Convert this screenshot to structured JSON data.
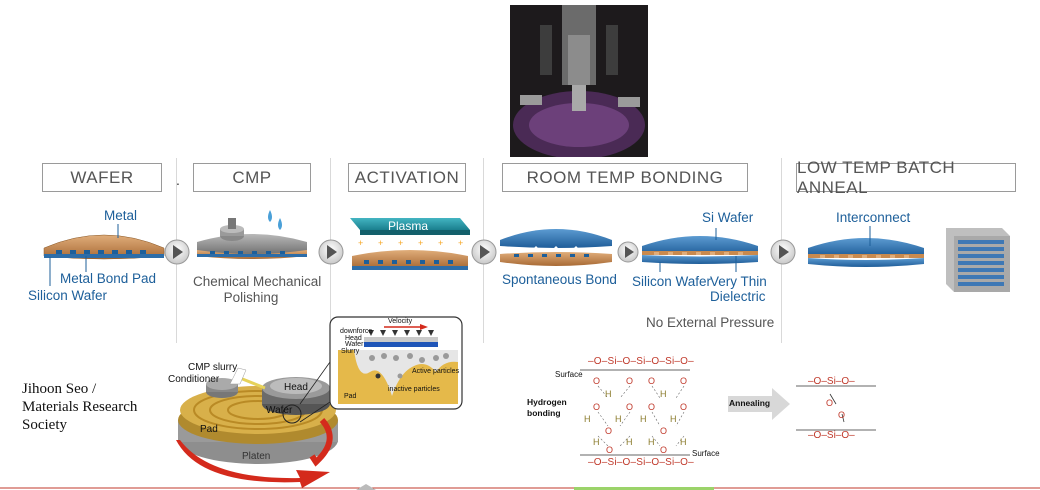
{
  "stages": [
    {
      "label": "WAFER"
    },
    {
      "label": "CMP"
    },
    {
      "label": "ACTIVATION"
    },
    {
      "label": "ROOM TEMP BONDING"
    },
    {
      "label": "LOW TEMP BATCH ANNEAL"
    }
  ],
  "stage_dot": ".",
  "wafer": {
    "metal": "Metal",
    "metal_bond_pad": "Metal Bond Pad",
    "silicon_wafer": "Silicon Wafer"
  },
  "cmp": {
    "line1": "Chemical Mechanical",
    "line2": "Polishing"
  },
  "activation": {
    "plasma": "Plasma"
  },
  "bonding": {
    "spontaneous": "Spontaneous Bond",
    "si_wafer": "Si Wafer",
    "silicon_wafer": "Silicon Wafer",
    "dielectric_line1": "Very Thin",
    "dielectric_line2": "Dielectric",
    "no_pressure": "No External Pressure"
  },
  "anneal": {
    "interconnect": "Interconnect"
  },
  "credit": {
    "line1": "Jihoon Seo /",
    "line2": "Materials Research",
    "line3": "Society"
  },
  "cmp_machine": {
    "slurry": "CMP slurry",
    "conditioner": "Conditioner",
    "head": "Head",
    "wafer": "Wafer",
    "pad": "Pad",
    "platen": "Platen"
  },
  "cmp_inset": {
    "velocity": "Velocity",
    "downforce": "downforce",
    "head": "Head",
    "wafer": "Wafer",
    "slurry": "Slurry",
    "active": "Active particles",
    "inactive": "inactive particles",
    "pad": "Pad"
  },
  "chemistry": {
    "surface_top": "Surface",
    "surface_bottom": "Surface",
    "hydrogen_line1": "Hydrogen",
    "hydrogen_line2": "bonding",
    "annealing": "Annealing",
    "top_chain": "–O–Si–O–Si–O–Si–O–",
    "bottom_chain": "–O–Si–O–Si–O–Si–O–",
    "result_top": "–O–Si–O–",
    "result_bottom": "–O–Si–O–",
    "o_atom": "O",
    "h_atom": "H"
  },
  "colors": {
    "accent_blue": "#1d5f9a",
    "copper": "#c98a4e",
    "wafer_blue": "#2d6da8",
    "oxygen_red": "#c0392b",
    "hydrogen_olive": "#8a7a2a",
    "arrow_red": "#d42a1c"
  }
}
